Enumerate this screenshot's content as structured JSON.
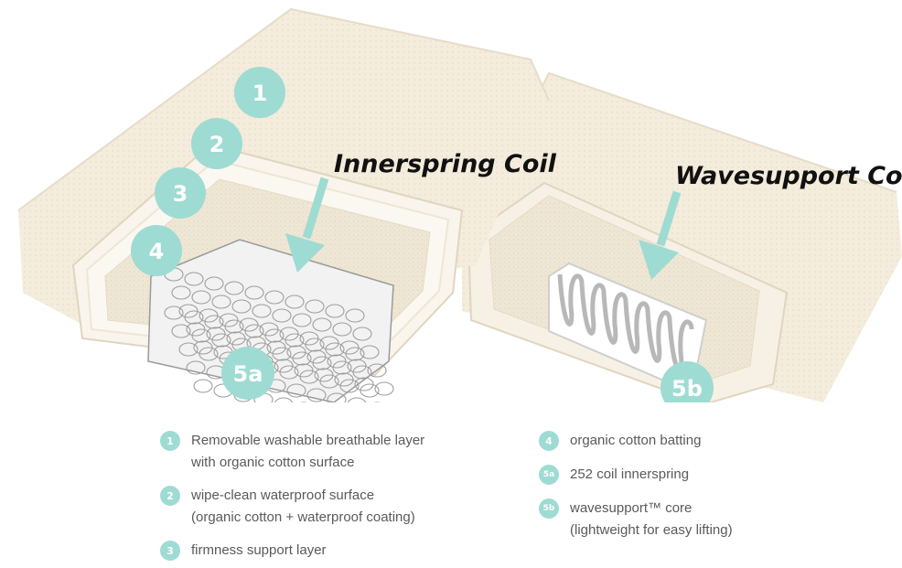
{
  "diagram": {
    "callouts": {
      "innerspring": "Innerspring Coil",
      "wavesupport": "Wavesupport Coil"
    },
    "badges": [
      "1",
      "2",
      "3",
      "4",
      "5a",
      "5b"
    ],
    "colors": {
      "badge": "#9edbd3",
      "arrow": "#9edbd3",
      "mattress_top": "#f3ead9",
      "foam": "#ece3d0",
      "legend_text": "#5a5a5a",
      "callout_text": "#111111"
    }
  },
  "legend": [
    {
      "num": "1",
      "lines": [
        "Removable washable breathable layer",
        "with organic cotton surface"
      ]
    },
    {
      "num": "2",
      "lines": [
        "wipe-clean waterproof surface",
        "(organic cotton + waterproof coating)"
      ]
    },
    {
      "num": "3",
      "lines": [
        "firmness support layer"
      ]
    },
    {
      "num": "4",
      "lines": [
        "organic cotton batting"
      ]
    },
    {
      "num": "5a",
      "lines": [
        "252 coil innerspring"
      ]
    },
    {
      "num": "5b",
      "lines": [
        "wavesupport™ core",
        "(lightweight for easy lifting)"
      ]
    }
  ]
}
